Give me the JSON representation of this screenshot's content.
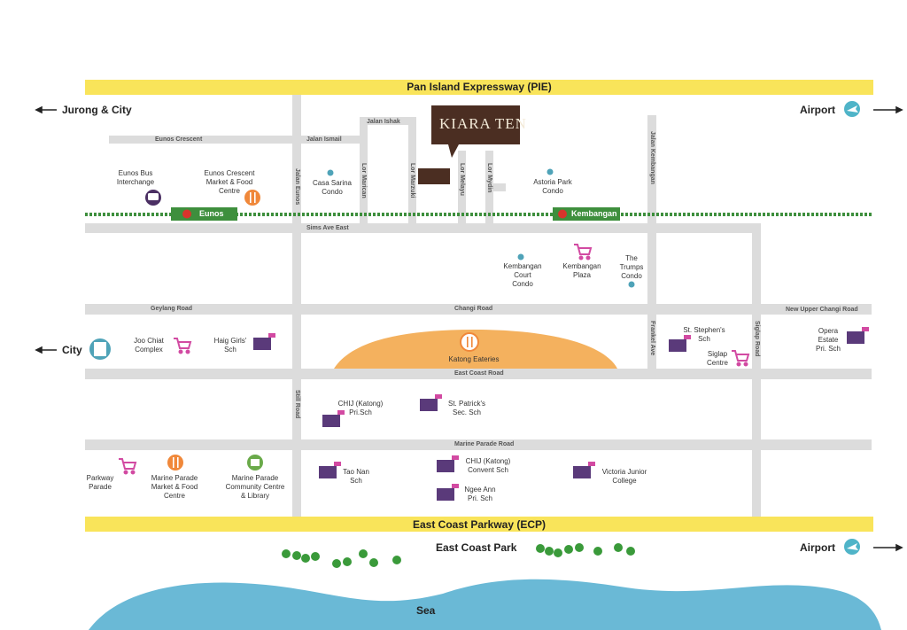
{
  "brand": {
    "name": "KIARA TEN"
  },
  "highways": {
    "pie": "Pan Island Expressway (PIE)",
    "ecp": "East Coast Parkway (ECP)"
  },
  "directions": {
    "jurong": "Jurong & City",
    "city": "City",
    "airport_top": "Airport",
    "airport_bottom": "Airport"
  },
  "roads": {
    "eunos_crescent": "Eunos Crescent",
    "jalan_ismail": "Jalan Ismail",
    "jalan_ishak": "Jalan Ishak",
    "jalan_eunos": "Jalan Eunos",
    "lor_marican": "Lor Marican",
    "lor_marzuki": "Lor Marzuki",
    "lor_melayu": "Lor Melayu",
    "lor_mydin": "Lor Mydin",
    "jalan_kembangan": "Jalan Kembangan",
    "sims_ave_east": "Sims Ave East",
    "geylang_road": "Geylang Road",
    "changi_road": "Changi Road",
    "new_upper_changi": "New Upper Changi Road",
    "frankel_ave": "Frankel Ave",
    "siglap_road": "Siglap Road",
    "east_coast_road": "East Coast Road",
    "still_road": "Still Road",
    "marine_parade_road": "Marine Parade Road"
  },
  "stations": {
    "eunos": "Eunos",
    "kembangan": "Kembangan"
  },
  "places": {
    "eunos_bus": "Eunos Bus\nInterchange",
    "eunos_crescent_food": "Eunos Crescent\nMarket & Food\nCentre",
    "casa_sarina": "Casa Sarina\nCondo",
    "astoria_park": "Astoria Park\nCondo",
    "kembangan_court": "Kembangan\nCourt\nCondo",
    "kembangan_plaza": "Kembangan\nPlaza",
    "trumps": "The\nTrumps\nCondo",
    "joo_chiat": "Joo Chiat\nComplex",
    "haig_girls": "Haig Girls'\nSch",
    "katong_eateries": "Katong Eateries",
    "st_stephens": "St. Stephen's\nSch",
    "siglap_centre": "Siglap\nCentre",
    "opera_estate": "Opera\nEstate\nPri. Sch",
    "chij_katong_pri": "CHIJ (Katong)\nPri.Sch",
    "st_patricks": "St. Patrick's\nSec. Sch",
    "parkway_parade": "Parkway\nParade",
    "marine_parade_food": "Marine Parade\nMarket & Food\nCentre",
    "marine_parade_cc": "Marine Parade\nCommunity Centre\n& Library",
    "tao_nan": "Tao Nan\nSch",
    "chij_convent": "CHIJ (Katong)\nConvent Sch",
    "ngee_ann": "Ngee Ann\nPri. Sch",
    "victoria_jc": "Victoria Junior\nCollege",
    "east_coast_park": "East Coast Park",
    "sea": "Sea"
  },
  "colors": {
    "highway": "#f9e45a",
    "road": "#dcdcdc",
    "mrt": "#3e8f3d",
    "brand": "#4b2e22",
    "eateries": "#f4b15e",
    "sea": "#6ab9d6",
    "school": "#5a3a7a",
    "shop": "#d24aa2",
    "food": "#f0883a",
    "condo": "#4fa3b8",
    "tree": "#3a9a3a"
  }
}
